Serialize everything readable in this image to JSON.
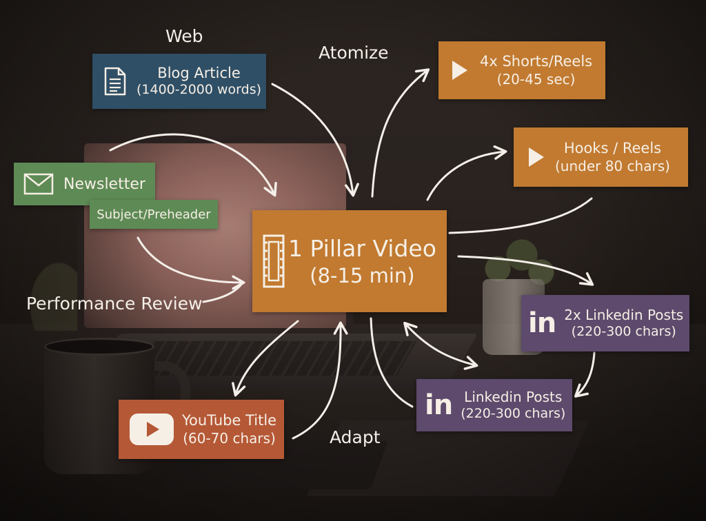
{
  "hub": {
    "line1": "1 Pillar Video",
    "line2": "(8-15 min)",
    "icon": "film-strip-icon"
  },
  "blog": {
    "line1": "Blog Article",
    "line2": "(1400-2000 words)",
    "icon": "document-icon"
  },
  "newsletter": {
    "line1": "Newsletter",
    "line2": "Subject/Preheader",
    "icon": "envelope-icon"
  },
  "shorts": {
    "line1": "4x Shorts/Reels",
    "line2": "(20-45 sec)",
    "icon": "play-icon"
  },
  "hooks": {
    "line1": "Hooks / Reels",
    "line2": "(under 80 chars)",
    "icon": "play-icon"
  },
  "linkedin2x": {
    "line1": "2x Linkedin Posts",
    "line2": "(220-300 chars)",
    "icon": "linkedin-icon",
    "icon_text": "in"
  },
  "linkedin": {
    "line1": "Linkedin Posts",
    "line2": "(220-300 chars)",
    "icon": "linkedin-icon",
    "icon_text": "in"
  },
  "youtube": {
    "line1": "YouTube Title",
    "line2": "(60-70 chars)",
    "icon": "youtube-icon"
  },
  "labels": {
    "web": "Web",
    "atomize": "Atomize",
    "performance": "Performance Review",
    "adapt": "Adapt"
  },
  "colors": {
    "blue": "#2f4f66",
    "green": "#5e8a55",
    "orange": "#c17a30",
    "rust": "#b55836",
    "purple": "#5d4a6c",
    "text": "#f6efe6"
  }
}
